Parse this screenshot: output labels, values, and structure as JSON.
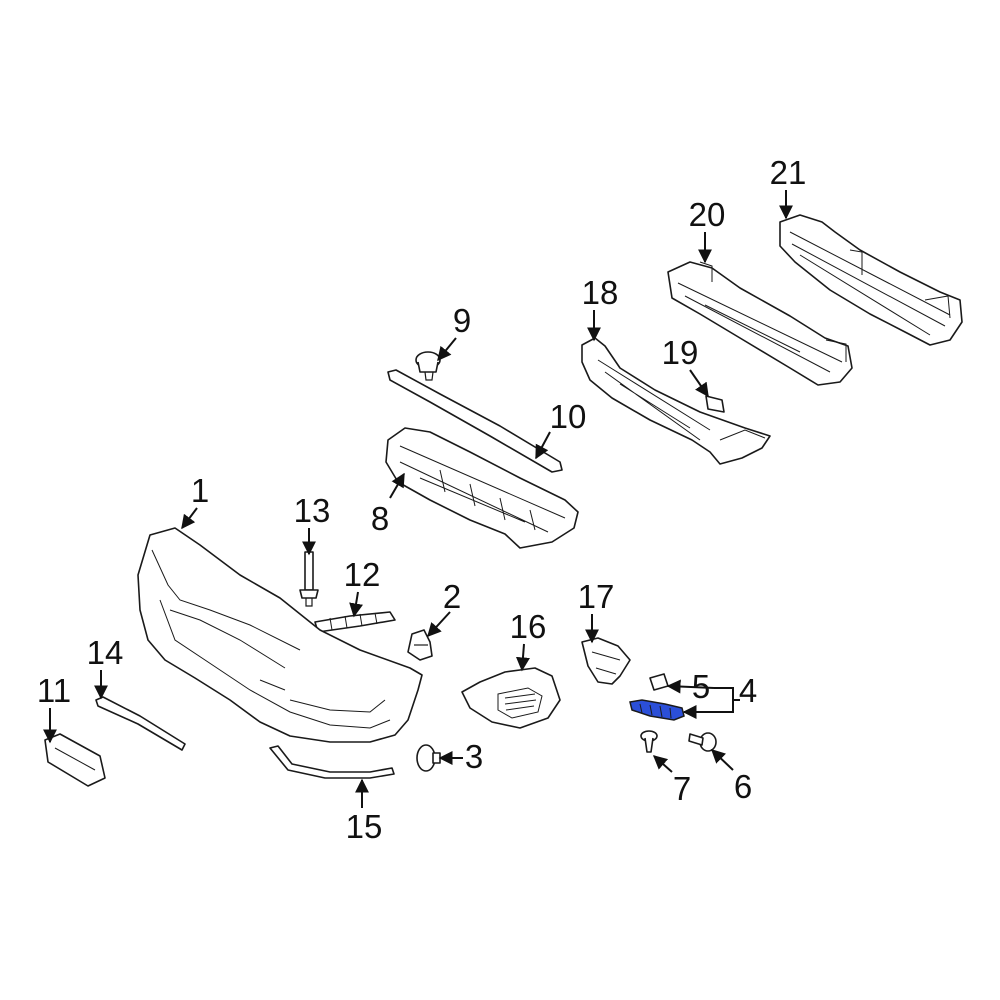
{
  "diagram": {
    "highlight_color": "#2b4fd8",
    "callouts": [
      {
        "id": "1",
        "label": "1"
      },
      {
        "id": "2",
        "label": "2"
      },
      {
        "id": "3",
        "label": "3"
      },
      {
        "id": "4",
        "label": "4"
      },
      {
        "id": "5",
        "label": "5"
      },
      {
        "id": "6",
        "label": "6"
      },
      {
        "id": "7",
        "label": "7"
      },
      {
        "id": "8",
        "label": "8"
      },
      {
        "id": "9",
        "label": "9"
      },
      {
        "id": "10",
        "label": "10"
      },
      {
        "id": "11",
        "label": "11"
      },
      {
        "id": "12",
        "label": "12"
      },
      {
        "id": "13",
        "label": "13"
      },
      {
        "id": "14",
        "label": "14"
      },
      {
        "id": "15",
        "label": "15"
      },
      {
        "id": "16",
        "label": "16"
      },
      {
        "id": "17",
        "label": "17"
      },
      {
        "id": "18",
        "label": "18"
      },
      {
        "id": "19",
        "label": "19"
      },
      {
        "id": "20",
        "label": "20"
      },
      {
        "id": "21",
        "label": "21"
      }
    ]
  }
}
